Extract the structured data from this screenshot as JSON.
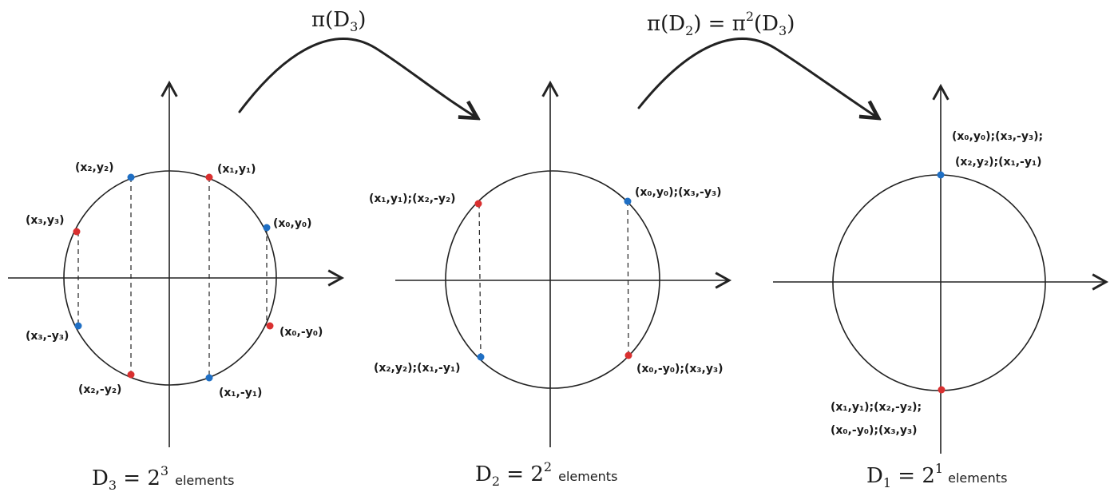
{
  "panels": [
    {
      "id": "d3",
      "caption": {
        "main": "D",
        "sub": "3",
        "eq": " = 2",
        "pow": "3",
        "word": "elements"
      },
      "points": [
        {
          "color": "#1f6fc4",
          "label": "(x₀,y₀)"
        },
        {
          "color": "#d93030",
          "label": "(x₁,y₁)"
        },
        {
          "color": "#1f6fc4",
          "label": "(x₂,y₂)"
        },
        {
          "color": "#d93030",
          "label": "(x₃,y₃)"
        },
        {
          "color": "#1f6fc4",
          "label": "(x₃,-y₃)"
        },
        {
          "color": "#d93030",
          "label": "(x₂,-y₂)"
        },
        {
          "color": "#1f6fc4",
          "label": "(x₁,-y₁)"
        },
        {
          "color": "#d93030",
          "label": "(x₀,-y₀)"
        }
      ]
    },
    {
      "id": "d2",
      "caption": {
        "main": "D",
        "sub": "2",
        "eq": " = 2",
        "pow": "2",
        "word": "elements"
      },
      "points": [
        {
          "color": "#d93030",
          "label": "(x₁,y₁);(x₂,-y₂)"
        },
        {
          "color": "#1f6fc4",
          "label": "(x₀,y₀);(x₃,-y₃)"
        },
        {
          "color": "#1f6fc4",
          "label": "(x₂,y₂);(x₁,-y₁)"
        },
        {
          "color": "#d93030",
          "label": "(x₀,-y₀);(x₃,y₃)"
        }
      ]
    },
    {
      "id": "d1",
      "caption": {
        "main": "D",
        "sub": "1",
        "eq": " = 2",
        "pow": "1",
        "word": "elements"
      },
      "points": [
        {
          "color": "#1f6fc4",
          "label_lines": [
            "(x₀,y₀);(x₃,-y₃);",
            "(x₂,y₂);(x₁,-y₁)"
          ]
        },
        {
          "color": "#d93030",
          "label_lines": [
            "(x₁,y₁);(x₂,-y₂);",
            "(x₀,-y₀);(x₃,y₃)"
          ]
        }
      ]
    }
  ],
  "arrows": [
    {
      "label": {
        "pre": "π(D",
        "sub": "3",
        "post": ")"
      }
    },
    {
      "label": {
        "pre": "π(D",
        "sub": "2",
        "mid": ") = π",
        "pow": "2",
        "mid2": "(D",
        "sub2": "3",
        "post": ")"
      }
    }
  ]
}
